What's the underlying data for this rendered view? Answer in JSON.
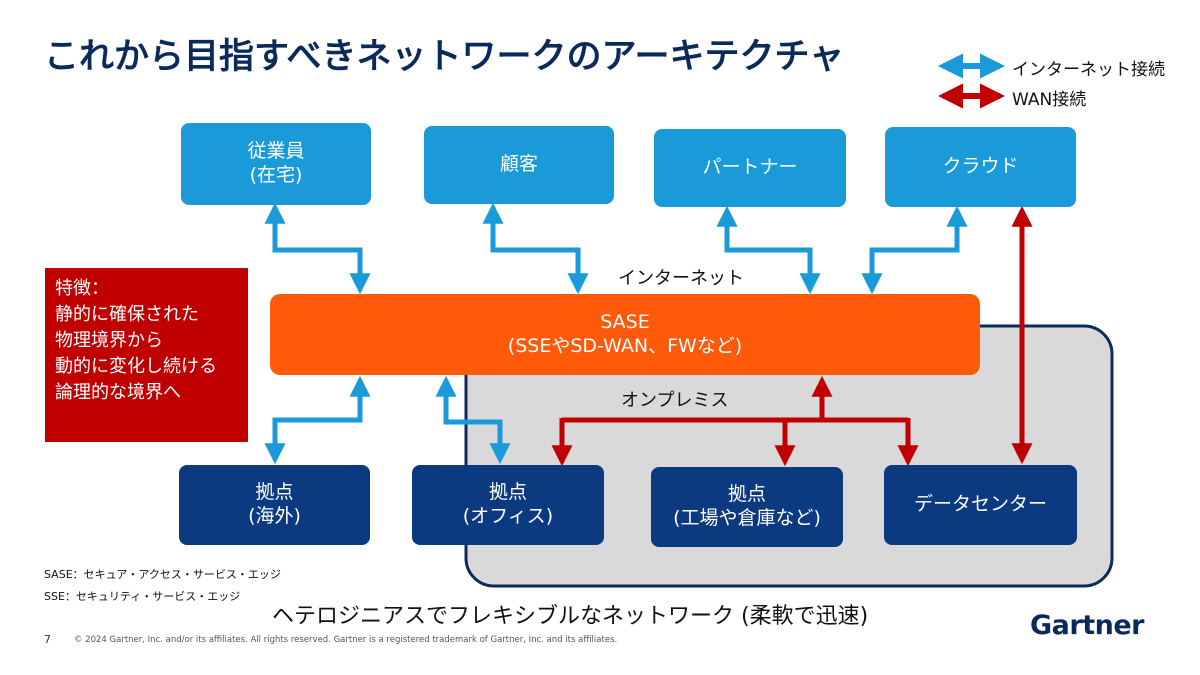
{
  "title": "これから目指すべきネットワークのアーキテクチャ",
  "legend": {
    "internet": "インターネット接続",
    "wan": "WAN接続"
  },
  "colors": {
    "internet_arrow": "#1a9ad9",
    "wan_arrow": "#c00000",
    "light_box": "#1a9ad9",
    "dark_box": "#0c3a80",
    "sase": "#ff5a0a",
    "onprem_bg": "#d9d9d9",
    "onprem_border": "#0c2a5c"
  },
  "top_nodes": [
    {
      "line1": "従業員",
      "line2": "(在宅)"
    },
    {
      "line1": "顧客",
      "line2": ""
    },
    {
      "line1": "パートナー",
      "line2": ""
    },
    {
      "line1": "クラウド",
      "line2": ""
    }
  ],
  "internet_label": "インターネット",
  "sase": {
    "line1": "SASE",
    "line2": "(SSEやSD-WAN、FWなど)"
  },
  "onprem_label": "オンプレミス",
  "bottom_nodes": [
    {
      "line1": "拠点",
      "line2": "(海外)"
    },
    {
      "line1": "拠点",
      "line2": "(オフィス)"
    },
    {
      "line1": "拠点",
      "line2": "(工場や倉庫など)"
    },
    {
      "line1": "データセンター",
      "line2": ""
    }
  ],
  "features": {
    "heading": "特徴：",
    "lines": [
      "静的に確保された",
      "物理境界から",
      "動的に変化し続ける",
      "論理的な境界へ"
    ]
  },
  "notes": {
    "sase": "SASE：セキュア・アクセス・サービス・エッジ",
    "sse": "SSE：セキュリティ・サービス・エッジ"
  },
  "tagline": "ヘテロジニアスでフレキシブルなネットワーク (柔軟で迅速)",
  "footer": {
    "page": "7",
    "copyright": "© 2024 Gartner, Inc. and/or its affiliates. All rights reserved. Gartner is a registered trademark of Gartner, Inc. and its affiliates.",
    "logo": "Gartner"
  }
}
